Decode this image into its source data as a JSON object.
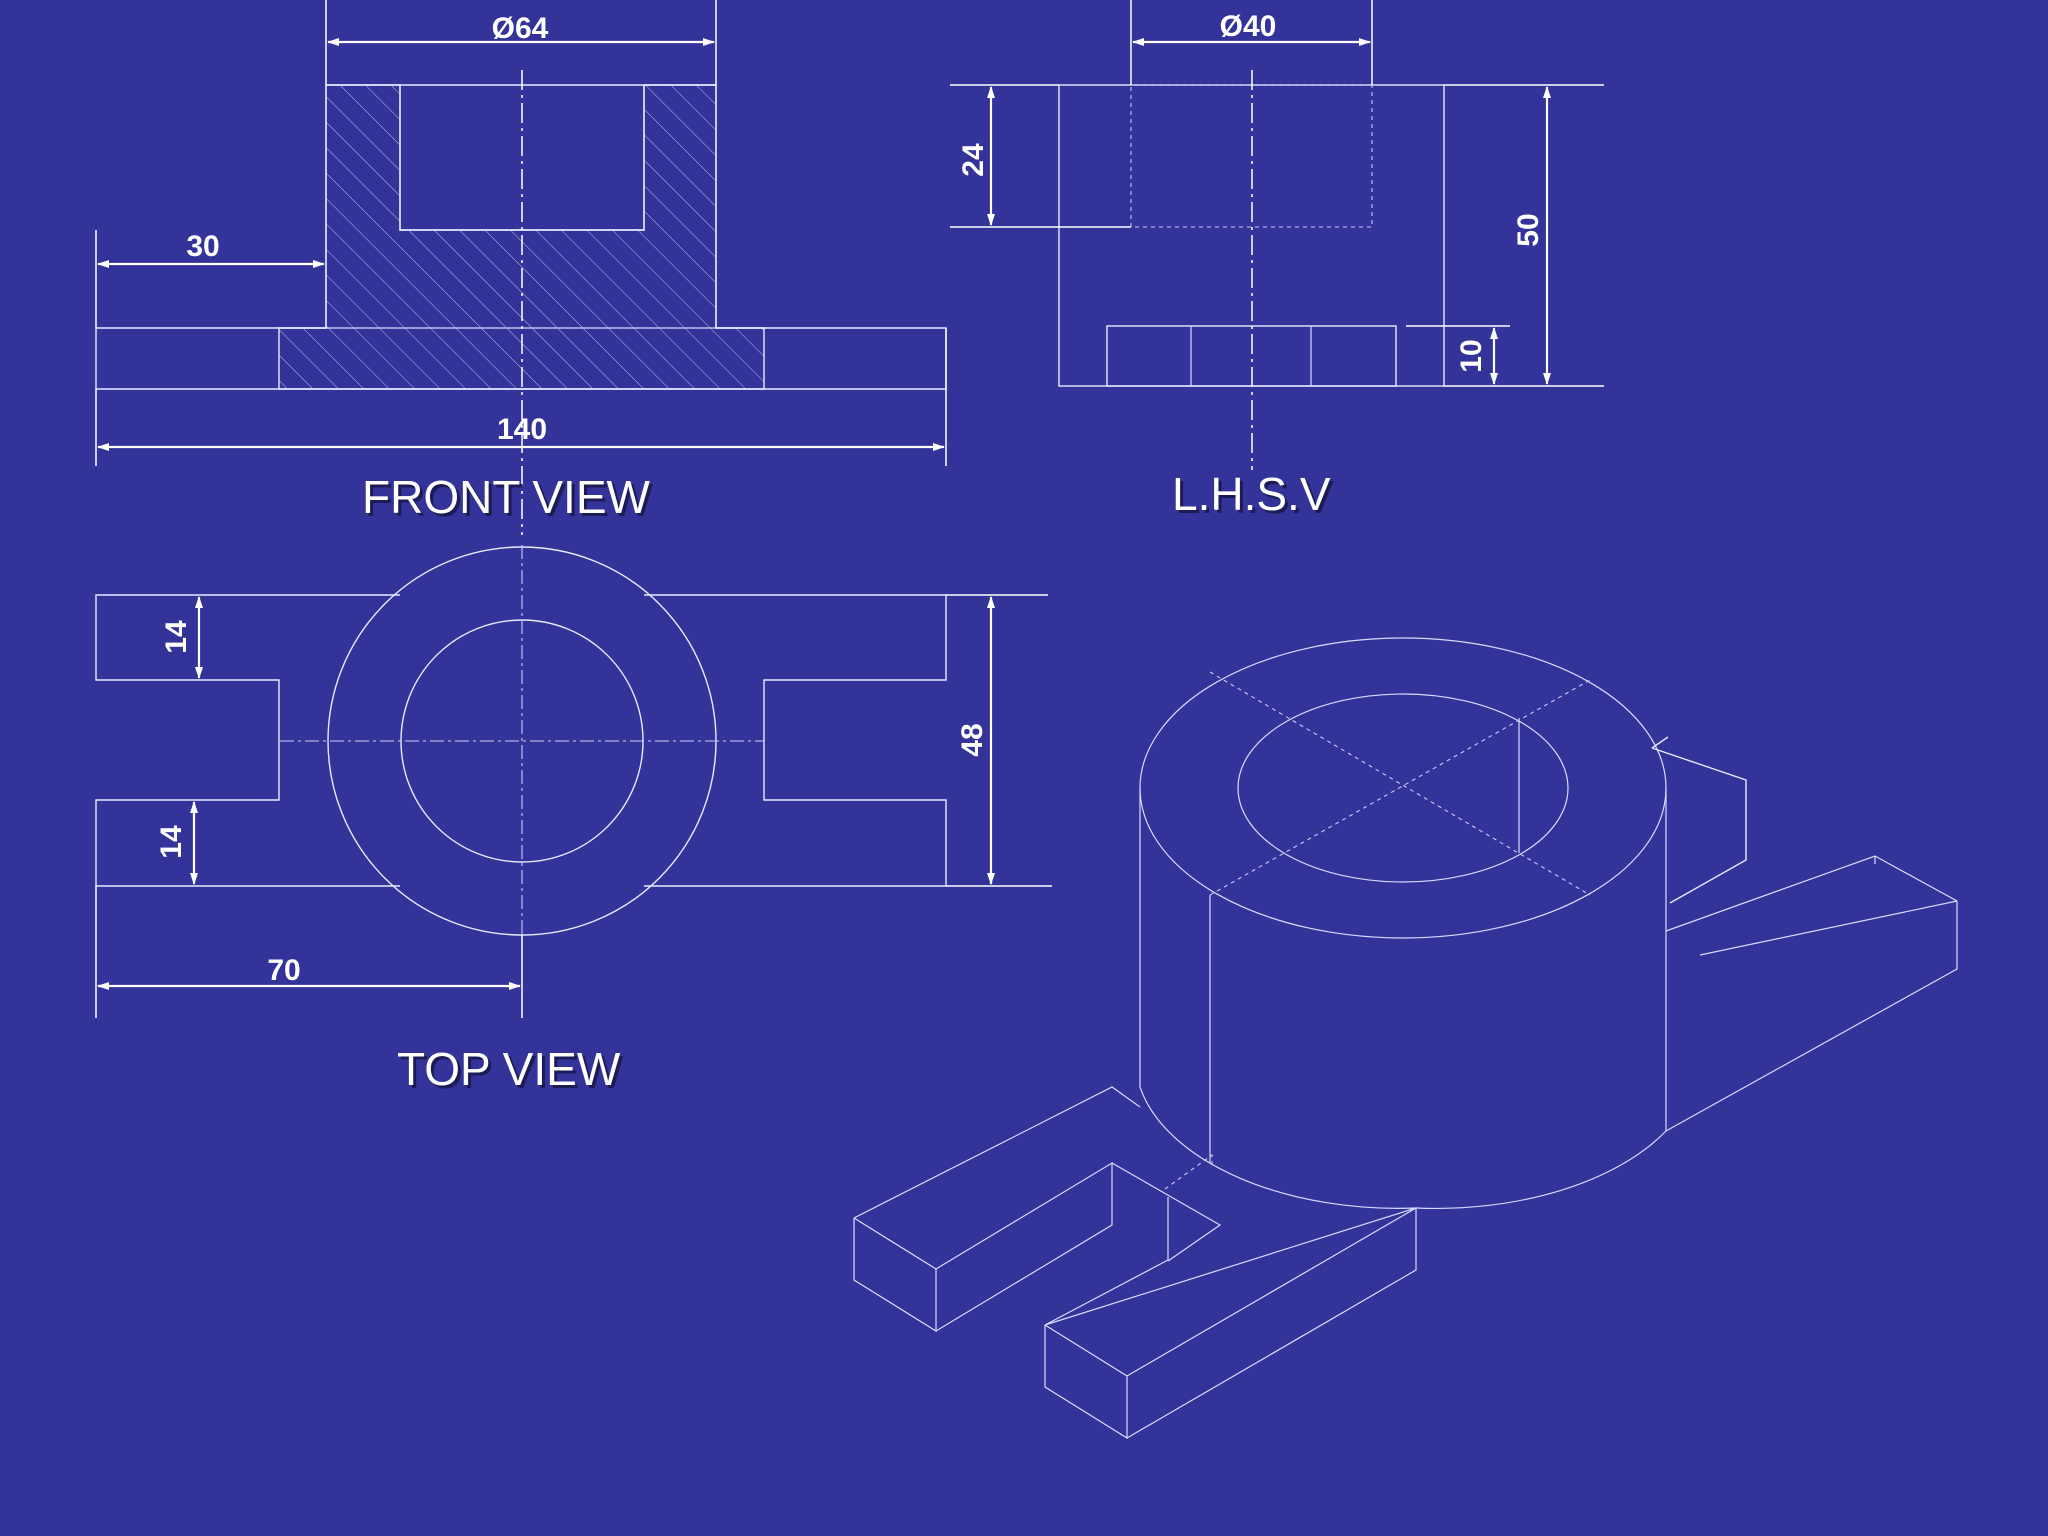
{
  "colors": {
    "background": "#333399",
    "line": "#ffffff",
    "hatch": "#b9bdf0"
  },
  "views": {
    "front": {
      "title": "FRONT VIEW"
    },
    "side": {
      "title": "L.H.S.V"
    },
    "top": {
      "title": "TOP VIEW"
    }
  },
  "dimensions": {
    "front_bore_dia": "Ø64",
    "front_base_len": "140",
    "front_offset": "30",
    "side_bore_dia": "Ø40",
    "side_depth": "24",
    "side_height": "50",
    "side_base": "10",
    "top_slot_upper": "14",
    "top_slot_lower": "14",
    "top_width": "48",
    "top_center": "70"
  }
}
